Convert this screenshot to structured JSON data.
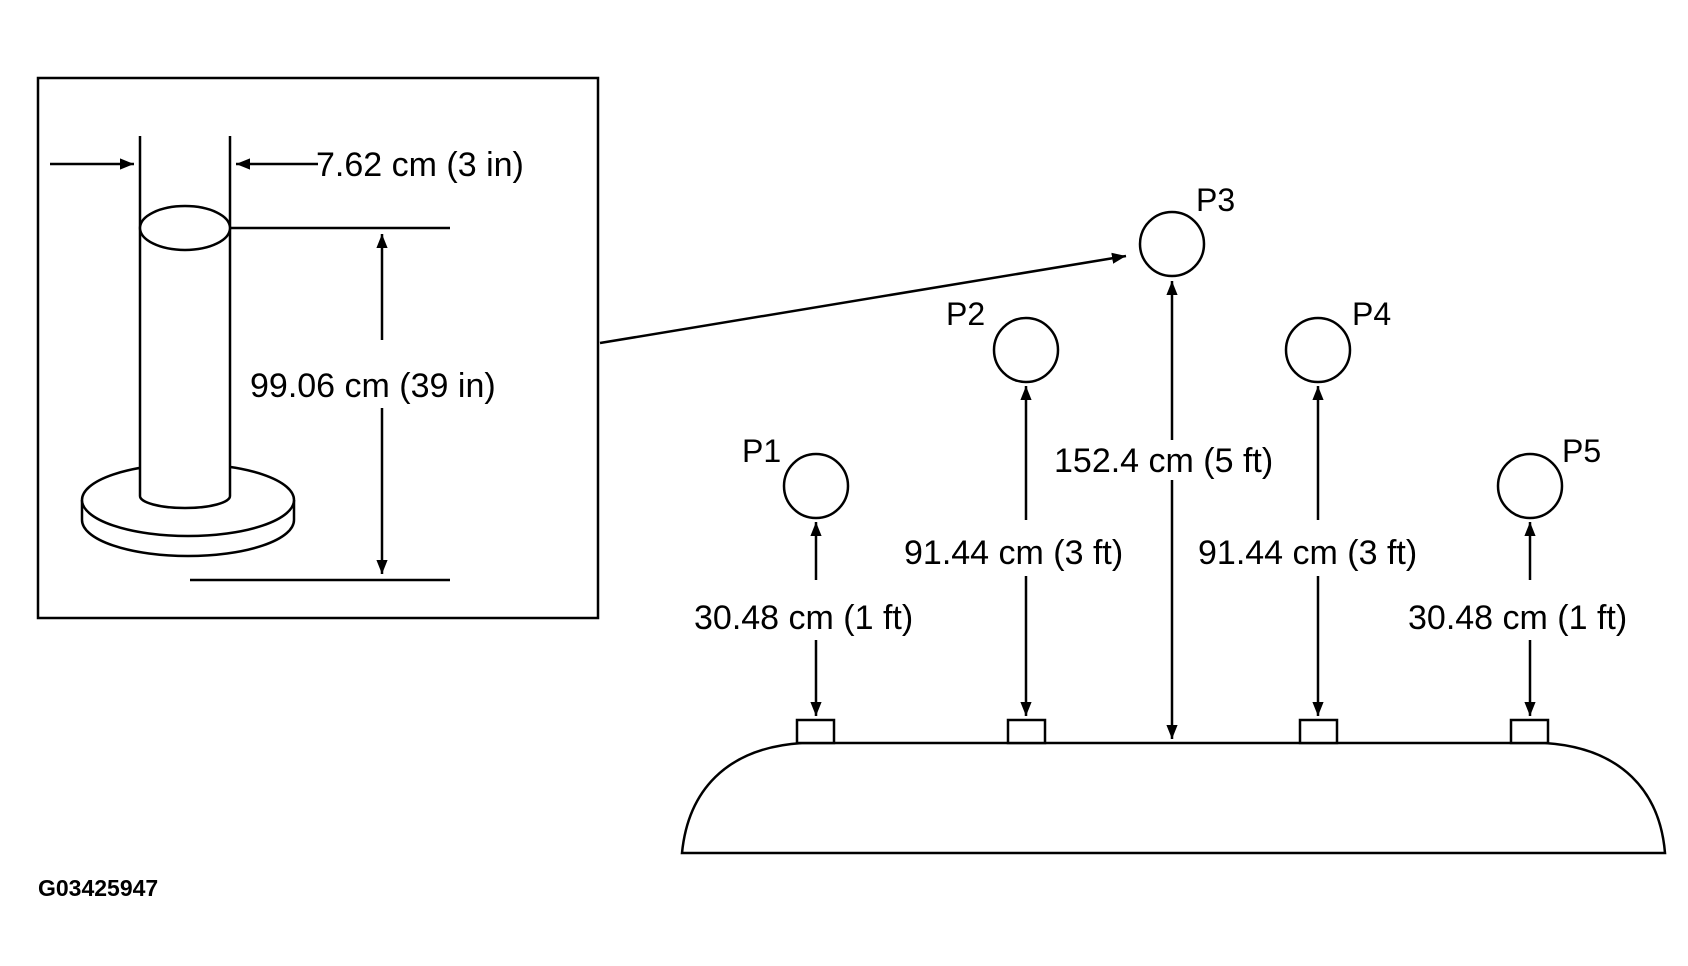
{
  "inset": {
    "diameter_label": "7.62 cm (3 in)",
    "height_label": "99.06 cm (39 in)"
  },
  "points": [
    {
      "name": "P1",
      "distance_label": "30.48 cm (1 ft)"
    },
    {
      "name": "P2",
      "distance_label": "91.44 cm (3 ft)"
    },
    {
      "name": "P3",
      "distance_label": "152.4 cm (5 ft)"
    },
    {
      "name": "P4",
      "distance_label": "91.44 cm (3 ft)"
    },
    {
      "name": "P5",
      "distance_label": "30.48 cm (1 ft)"
    }
  ],
  "figure_id": "G03425947"
}
